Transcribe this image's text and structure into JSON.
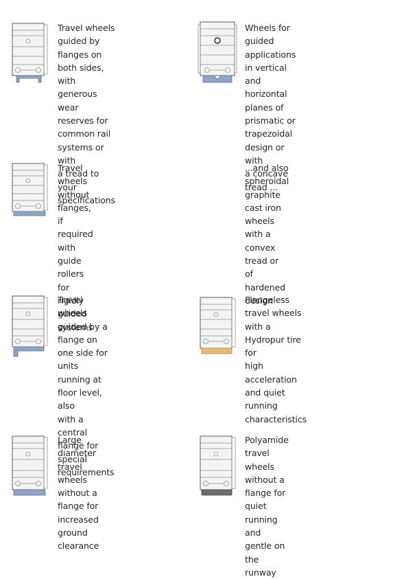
{
  "accent": {
    "blue": "#8fa4c6",
    "polyurethane": "#e3bb73",
    "polyamide": "#6d6d6d"
  },
  "items": [
    {
      "icon": "double-flange-wheel-block-icon",
      "text": "Travel wheels guided by\nflanges on both sides, with\ngenerous wear reserves for\ncommon rail systems or with\na tread to your specifications"
    },
    {
      "icon": "guided-applications-wheel-block-icon",
      "text": "Wheels for guided applications\nin vertical and horizontal\nplanes of prismatic or\ntrapezoidal design or with\na concave tread ..."
    },
    {
      "icon": "flangeless-wheel-block-icon",
      "text": "Travel wheels without flanges,\nif required with guide rollers\nfor rigidly guided systems"
    },
    {
      "icon": "",
      "text": "...and also spheroidal graphite\ncast iron wheels with a convex\ntread or of hardened design"
    },
    {
      "icon": "single-flange-wheel-block-icon",
      "text": "Travel wheels guided by a\nflange on one side for units\nrunning at floor level, also\nwith a central flange for special\nrequirements"
    },
    {
      "icon": "hydropur-tire-wheel-block-icon",
      "text": "Flangeless travel wheels\nwith a Hydropur tire for\nhigh acceleration and quiet\nrunning characteristics"
    },
    {
      "icon": "large-diameter-wheel-block-icon",
      "text": "Large diameter travel wheels\nwithout a flange for increased\nground clearance"
    },
    {
      "icon": "polyamide-wheel-block-icon",
      "text": "Polyamide travel wheels\nwithout a flange for quiet\nrunning and gentle on the\nrunway"
    }
  ]
}
